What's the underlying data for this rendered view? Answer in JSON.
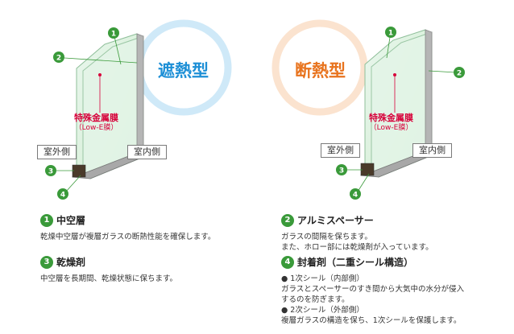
{
  "left_diagram": {
    "title": "遮熱型",
    "title_color": "#1d8fd6",
    "film_label_line1": "特殊金属膜",
    "film_label_line2": "（Low-E膜）",
    "outdoor_label": "室外側",
    "indoor_label": "室内側"
  },
  "right_diagram": {
    "title": "断熱型",
    "title_color": "#e8731d",
    "film_label_line1": "特殊金属膜",
    "film_label_line2": "（Low-E膜）",
    "outdoor_label": "室外側",
    "indoor_label": "室内側"
  },
  "markers": [
    "1",
    "2",
    "3",
    "4"
  ],
  "colors": {
    "marker_green": "#3a9a3a",
    "film_red": "#d7003a",
    "glass_fill": "#dff2e4",
    "frame_gray": "#9a9a9a"
  },
  "descriptions": [
    {
      "num": "1",
      "title": "中空層",
      "lines": [
        "乾燥中空層が複層ガラスの断熱性能を確保します。"
      ]
    },
    {
      "num": "3",
      "title": "乾燥剤",
      "lines": [
        "中空層を長期間、乾燥状態に保ちます。"
      ]
    },
    {
      "num": "2",
      "title": "アルミスペーサー",
      "lines": [
        "ガラスの間隔を保ちます。",
        "また、ホロー部には乾燥剤が入っています。"
      ]
    },
    {
      "num": "4",
      "title": "封着剤（二重シール構造）",
      "lines": [
        "● 1次シール（内部側）",
        "ガラスとスペーサーのすき間から大気中の水分が侵入",
        "するのを防ぎます。",
        "● 2次シール（外部側）",
        "複層ガラスの構造を保ち、1次シールを保護します。"
      ]
    }
  ]
}
